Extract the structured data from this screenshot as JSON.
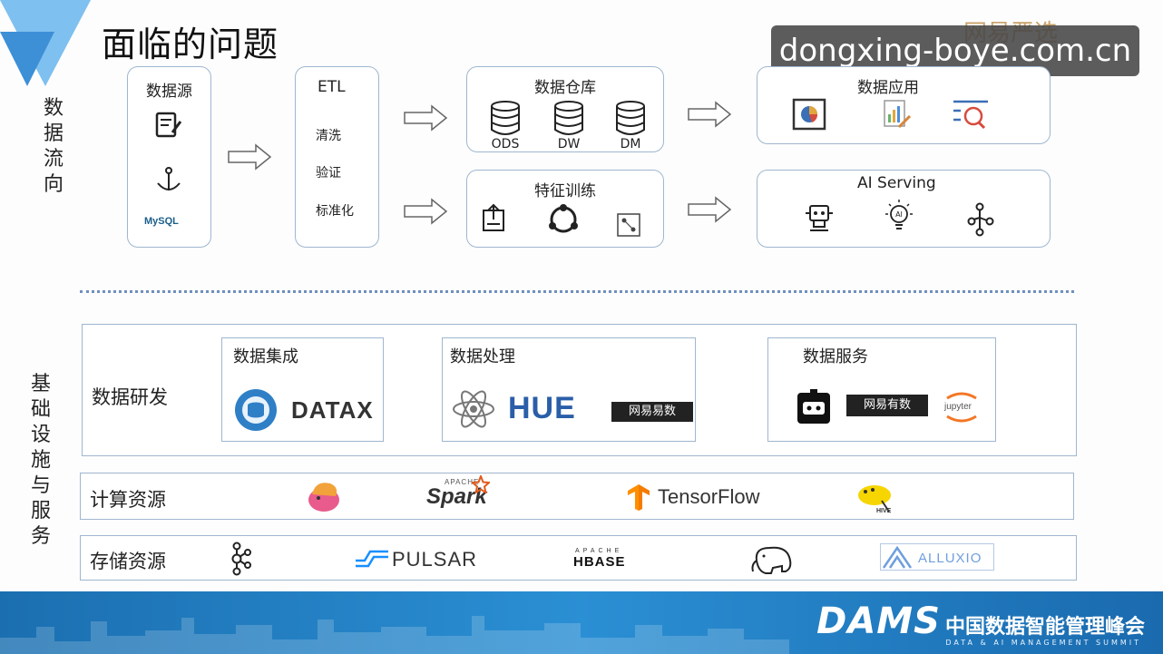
{
  "slide": {
    "title": "面临的问题",
    "side_label_top": [
      "数",
      "据",
      "流",
      "向"
    ],
    "side_label_bottom": [
      "基",
      "础",
      "设",
      "施",
      "与",
      "服",
      "务"
    ]
  },
  "watermark": {
    "text": "dongxing-boye.com.cn",
    "brand": "网易严选"
  },
  "flow": {
    "source": {
      "title": "数据源",
      "mysql": "MySQL"
    },
    "etl": {
      "title": "ETL",
      "steps": [
        "清洗",
        "验证",
        "标准化"
      ]
    },
    "warehouse": {
      "title": "数据仓库",
      "items": [
        "ODS",
        "DW",
        "DM"
      ]
    },
    "training": {
      "title": "特征训练"
    },
    "application": {
      "title": "数据应用"
    },
    "serving": {
      "title": "AI Serving"
    }
  },
  "infra": {
    "dev": {
      "label": "数据研发",
      "integration": {
        "title": "数据集成",
        "logo": "DATAX"
      },
      "processing": {
        "title": "数据处理",
        "hue": "HUE",
        "netease_yishu": "网易易数"
      },
      "services": {
        "title": "数据服务",
        "netease_youshu": "网易有数",
        "jupyter": "jupyter"
      }
    },
    "compute": {
      "label": "计算资源",
      "spark_small": "APACHE",
      "spark": "Spark",
      "tensorflow": "TensorFlow",
      "hive": "HIVE"
    },
    "storage": {
      "label": "存储资源",
      "pulsar": "PULSAR",
      "hbase_small": "APACHE",
      "hbase": "HBASE",
      "alluxio": "ALLUXIO"
    }
  },
  "footer": {
    "brand": "DAMS",
    "cn": "中国数据智能管理峰会",
    "en": "DATA & AI MANAGEMENT SUMMIT"
  },
  "colors": {
    "border": "#9fb6cf",
    "accent": "#1b6fb0",
    "corner": "#5aa9e6"
  }
}
